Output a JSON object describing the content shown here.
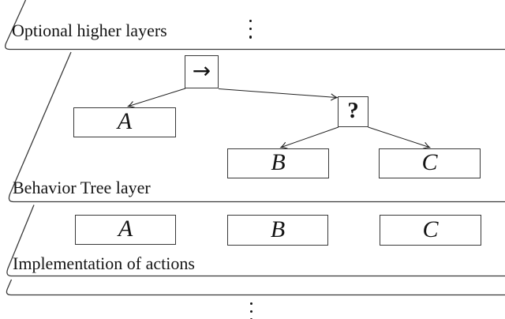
{
  "figure": {
    "background": "#ffffff",
    "line_color": "#3a3a3a",
    "text_color": "#141414"
  },
  "layers": {
    "higher": {
      "label": "Optional higher layers"
    },
    "behavior_tree": {
      "label": "Behavior Tree layer"
    },
    "implementation": {
      "label": "Implementation of actions"
    }
  },
  "behavior_tree": {
    "sequence_node": "→",
    "fallback_node": "?",
    "action_a": "A",
    "action_b": "B",
    "action_c": "C"
  },
  "implementation": {
    "action_a": "A",
    "action_b": "B",
    "action_c": "C"
  },
  "icons": {
    "vertical_ellipsis": "⋮"
  }
}
